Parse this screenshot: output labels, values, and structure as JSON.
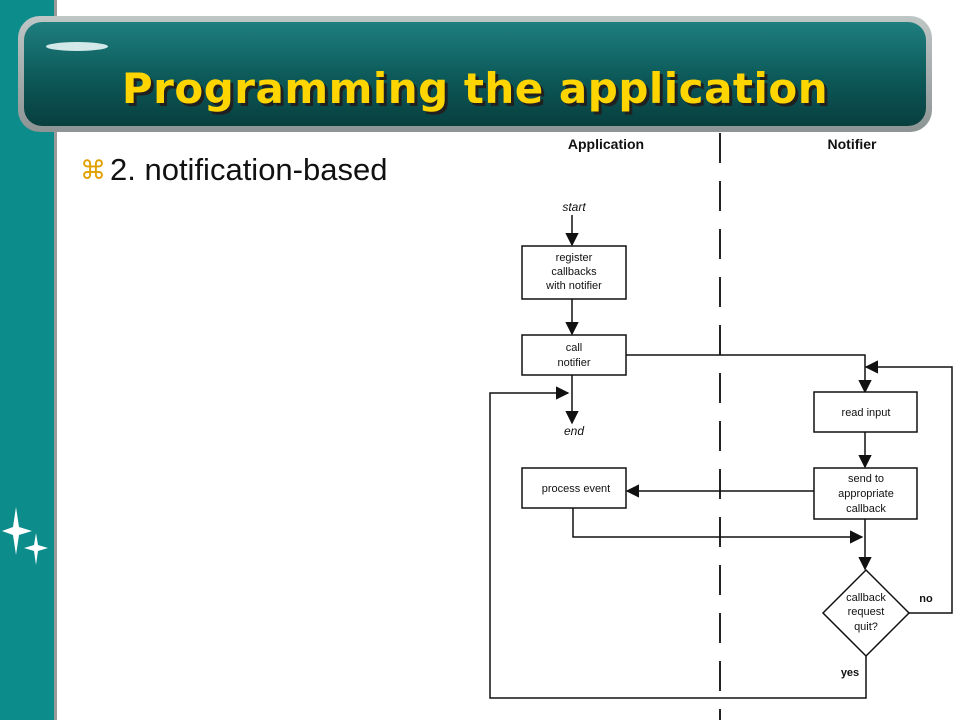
{
  "title": "Programming the application",
  "bullet": {
    "icon": "z-bullet-icon",
    "text": "2. notification-based"
  },
  "diagram": {
    "lanes": {
      "left": "Application",
      "right": "Notifier"
    },
    "start_label": "start",
    "end_label": "end",
    "box_register": [
      "register",
      "callbacks",
      "with notifier"
    ],
    "box_call": [
      "call",
      "notifier"
    ],
    "box_read": [
      "read input"
    ],
    "box_send": [
      "send to",
      "appropriate",
      "callback"
    ],
    "box_process": [
      "process event"
    ],
    "decision": [
      "callback",
      "request",
      "quit?"
    ],
    "branch_no": "no",
    "branch_yes": "yes"
  },
  "colors": {
    "accent": "#ffd500",
    "sidebar": "#0d8c8c",
    "title_bg": "#0c5858"
  }
}
